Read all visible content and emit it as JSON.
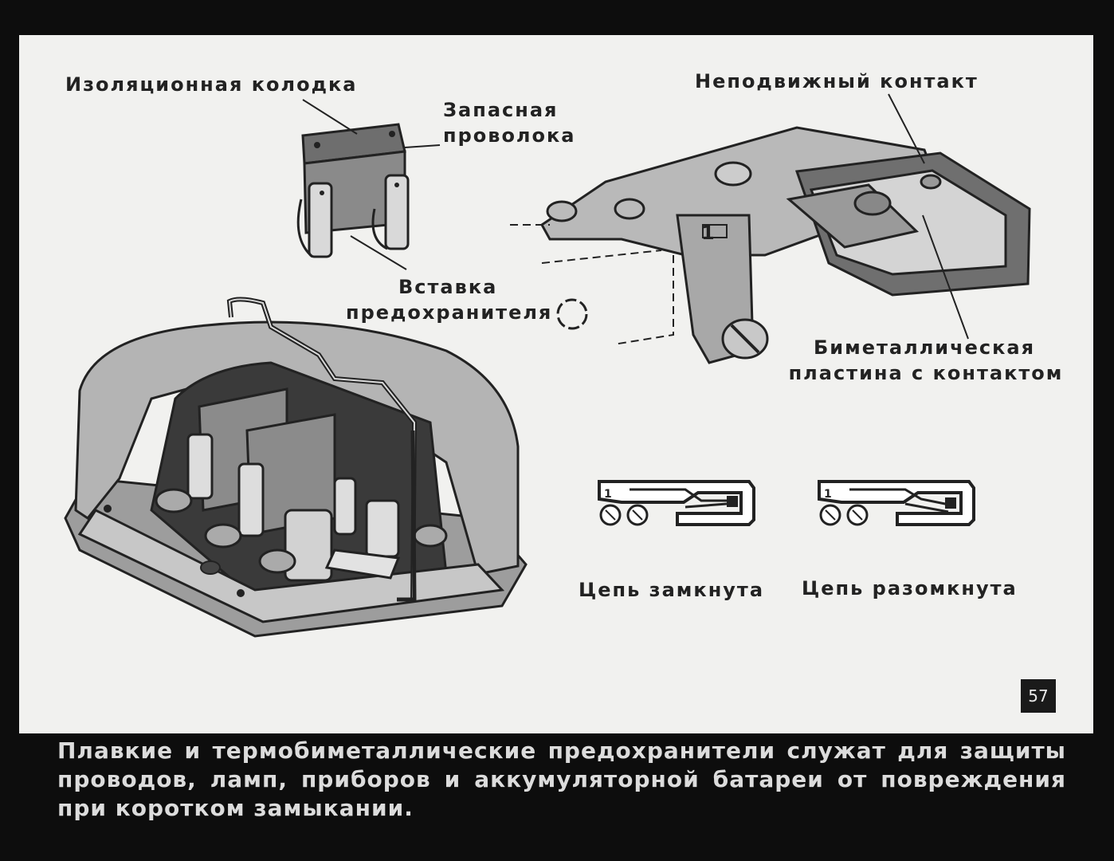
{
  "labels": {
    "insulating_block": "Изоляционная колодка",
    "spare_wire_1": "Запасная",
    "spare_wire_2": "проволока",
    "fixed_contact": "Неподвижный контакт",
    "fuse_insert_1": "Вставка",
    "fuse_insert_2": "предохранителя",
    "bimetal_1": "Биметаллическая",
    "bimetal_2": "пластина с контактом",
    "circuit_closed": "Цепь замкнута",
    "circuit_open": "Цепь разомкнута",
    "terminal_mark": "1"
  },
  "page_number": "57",
  "caption": "Плавкие и термобиметаллические предохранители служат для защиты проводов, ламп, приборов и аккумуляторной батареи от повреждения при коротком замыкании."
}
